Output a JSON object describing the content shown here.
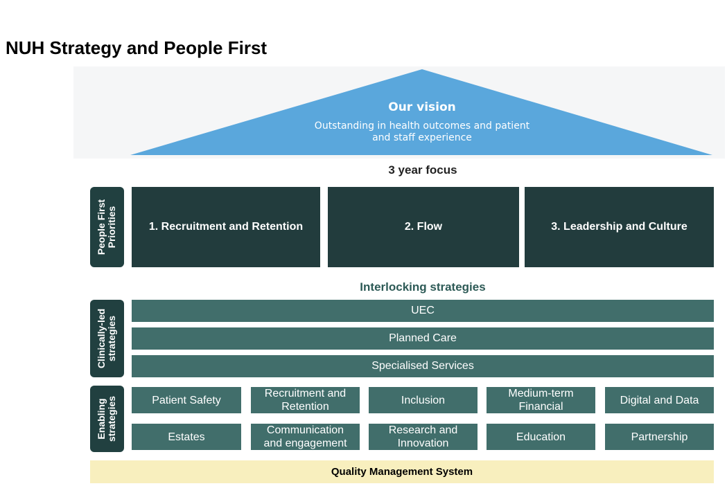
{
  "title": "NUH Strategy and People First",
  "vision": {
    "heading": "Our vision",
    "line1": "Outstanding in health outcomes and patient",
    "line2": "and staff experience"
  },
  "focus": {
    "heading": "3 year focus",
    "side_label_line1": "People First",
    "side_label_line2": "Priorities",
    "priorities": [
      "1. Recruitment and Retention",
      "2. Flow",
      "3. Leadership and Culture"
    ]
  },
  "interlocking": {
    "heading": "Interlocking strategies"
  },
  "clinical": {
    "side_label_line1": "Clinically-led",
    "side_label_line2": "strategies",
    "bands": [
      "UEC",
      "Planned Care",
      "Specialised Services"
    ]
  },
  "enabling": {
    "side_label_line1": "Enabling",
    "side_label_line2": "strategies",
    "row1": [
      [
        "Patient Safety"
      ],
      [
        "Recruitment and",
        "Retention"
      ],
      [
        "Inclusion"
      ],
      [
        "Medium-term",
        "Financial"
      ],
      [
        "Digital and Data"
      ]
    ],
    "row2": [
      [
        "Estates"
      ],
      [
        "Communication",
        "and engagement"
      ],
      [
        "Research and",
        "Innovation"
      ],
      [
        "Education"
      ],
      [
        "Partnership"
      ]
    ]
  },
  "foundation": "Quality Management System",
  "colors": {
    "vision_triangle": "#5aa7dc",
    "priority_box": "#223c3d",
    "strategy_band": "#416e6b",
    "foundation": "#f8efbe"
  }
}
